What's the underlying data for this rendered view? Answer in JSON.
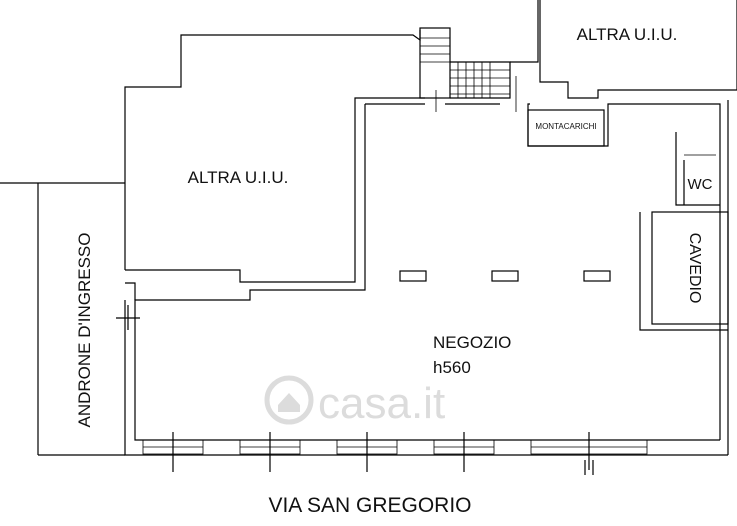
{
  "labels": {
    "altra_top": "ALTRA U.I.U.",
    "altra_left": "ALTRA U.I.U.",
    "montacarichi": "MONTACARICHI",
    "wc": "WC",
    "cavedio": "CAVEDIO",
    "androne": "ANDRONE D'INGRESSO",
    "negozio": "NEGOZIO",
    "height": "h560",
    "street": "VIA SAN GREGORIO"
  },
  "watermark": "casa.it"
}
